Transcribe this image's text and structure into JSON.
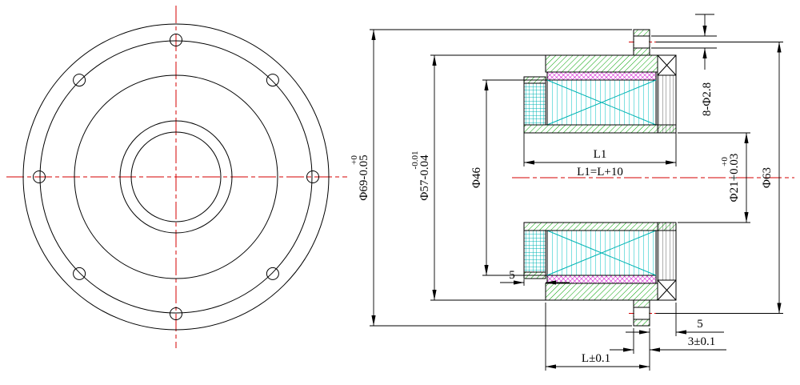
{
  "drawing": {
    "front_view": {
      "bolt_hole_count": 8
    },
    "dims": {
      "d69_tol": "+0",
      "d69_main": "Φ69-0.05",
      "d57_tol": "-0.01",
      "d57_main": "Φ57-0.04",
      "d46": "Φ46",
      "l1_label": "L1",
      "l1_formula": "L1=L+10",
      "d21_tol": "+0",
      "d21_main": "Φ21+0.03",
      "d63": "Φ63",
      "bolt_holes": "8-Φ2.8",
      "gap_left": "5",
      "gap_right": "5",
      "flange_thickness": "3±0.1",
      "coil_length": "L±0.1"
    },
    "colors": {
      "outline": "#000000",
      "centerline": "#d40000",
      "section_green": "#00a000",
      "coil_cyan": "#00b4b4",
      "insulation_magenta": "#cc00cc"
    }
  }
}
